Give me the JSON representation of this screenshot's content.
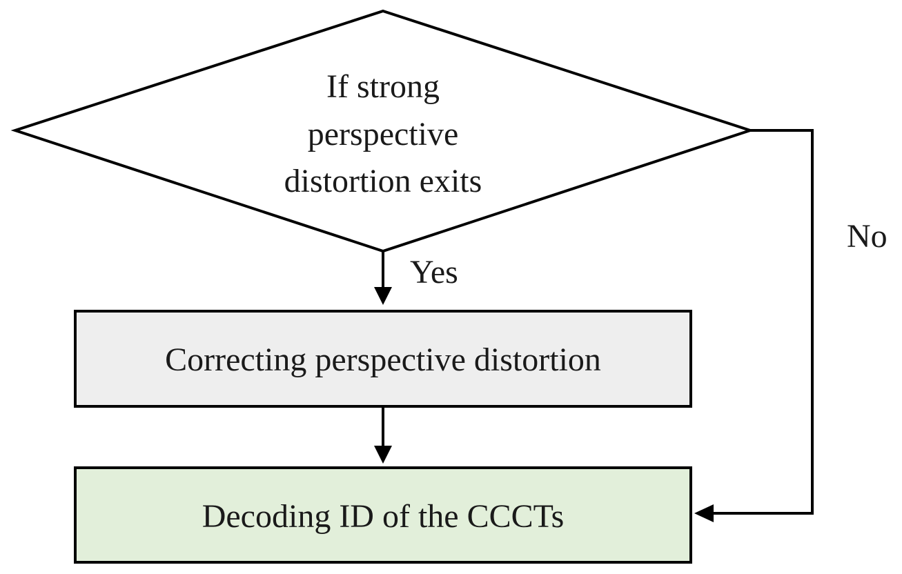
{
  "decision": {
    "lines": [
      "If strong",
      "perspective",
      "distortion exits"
    ]
  },
  "branches": {
    "yes_label": "Yes",
    "no_label": "No"
  },
  "steps": {
    "correct_label": "Correcting perspective distortion",
    "decode_label": "Decoding ID of the CCCTs"
  },
  "colors": {
    "decision_fill": "#ffffff",
    "correct_fill": "#eeeeee",
    "decode_fill": "#e2efda",
    "stroke": "#000000"
  }
}
